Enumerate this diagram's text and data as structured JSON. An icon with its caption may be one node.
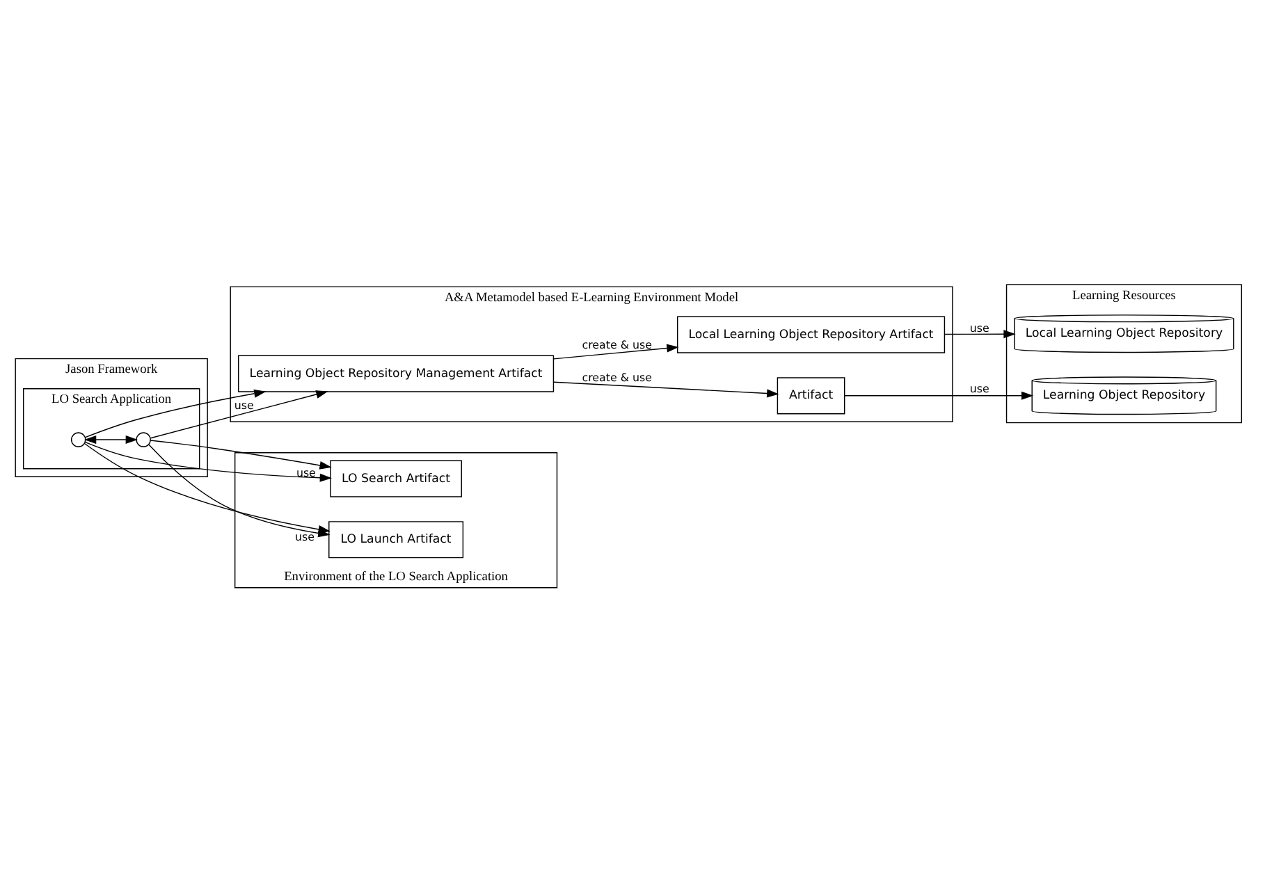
{
  "diagram": {
    "nodes": [
      {
        "text": [
          "Jason Framework"
        ]
      },
      {
        "text": [
          "LO Search Application"
        ],
        "in": 0
      },
      {
        "text": [],
        "shape": "circle",
        "in": 1
      },
      {
        "text": [],
        "shape": "circle",
        "in": 1
      },
      {
        "text": [
          "A&A Metamodel based E-Learning Environment Model"
        ]
      },
      {
        "text": [
          "Learning Object Repository Management Artifact"
        ],
        "in": 4
      },
      {
        "text": [
          "Local Learning Object Repository Artifact"
        ],
        "in": 4
      },
      {
        "text": [
          "Artifact"
        ],
        "in": 4
      },
      {
        "text": [
          "Environment of the LO Search Application"
        ]
      },
      {
        "text": [
          "LO Search Artifact"
        ],
        "in": 8
      },
      {
        "text": [
          "LO Launch Artifact"
        ],
        "in": 8
      },
      {
        "text": [
          "Learning Resources"
        ]
      },
      {
        "text": [
          "Local Learning Object Repository"
        ],
        "in": 11
      },
      {
        "text": [
          "Learning Object Repository"
        ],
        "in": 11
      }
    ],
    "edges": [
      {
        "from": 2,
        "to": 3,
        "arrow": "both"
      },
      {
        "from": 2,
        "to": 5,
        "arrow": "to",
        "label": "use"
      },
      {
        "from": 3,
        "to": 5,
        "arrow": "to"
      },
      {
        "from": 2,
        "to": 9,
        "arrow": "to"
      },
      {
        "from": 2,
        "to": 10,
        "arrow": "to",
        "label": "use"
      },
      {
        "from": 3,
        "to": 9,
        "arrow": "to",
        "label": "use"
      },
      {
        "from": 3,
        "to": 10,
        "arrow": "to"
      },
      {
        "from": 5,
        "to": 6,
        "arrow": "to",
        "label": "create & use"
      },
      {
        "from": 5,
        "to": 7,
        "arrow": "to",
        "label": "create & use"
      },
      {
        "from": 6,
        "to": 12,
        "arrow": "to",
        "label": "use"
      },
      {
        "from": 7,
        "to": 13,
        "arrow": "to",
        "label": "use"
      }
    ]
  }
}
